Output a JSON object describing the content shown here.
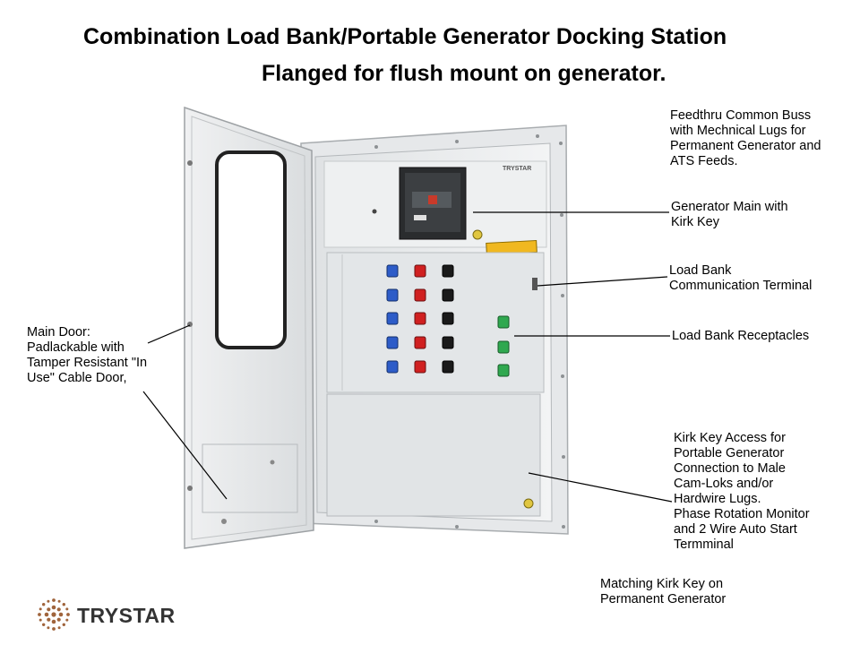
{
  "title": {
    "line1": "Combination Load Bank/Portable Generator Docking Station",
    "line2": "Flanged for flush mount on generator."
  },
  "callouts": {
    "feedthru": "Feedthru Common Buss\nwith Mechnical Lugs for\nPermanent Generator and\nATS Feeds.",
    "generator_main": "Generator Main with\nKirk Key",
    "load_bank_comm": "Load Bank\nCommunication Terminal",
    "load_bank_receptacles": "Load Bank Receptacles",
    "main_door": "Main Door:\nPadlackable with\nTamper Resistant \"In\nUse\" Cable Door,",
    "kirk_key_access": "Kirk Key Access for\nPortable Generator\nConnection to Male\nCam-Loks and/or\nHardwire Lugs.\nPhase Rotation Monitor\nand 2 Wire Auto Start\nTermminal",
    "matching_kirk_key": "Matching Kirk Key on\nPermanent Generator"
  },
  "breaker_brand": "TRYSTAR",
  "logo": {
    "text": "TRYSTAR",
    "icon": "trystar-starburst-logo-icon"
  },
  "colors": {
    "cabinet": "#e9ebec",
    "receptacle_blue": "#2d5cc8",
    "receptacle_red": "#d02020",
    "receptacle_black": "#1a1a1a",
    "receptacle_green": "#2fa84f",
    "logo_brown": "#a0643c"
  }
}
